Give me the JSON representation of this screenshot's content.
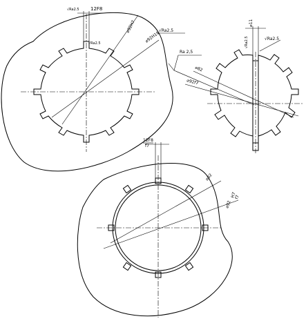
{
  "drawing": {
    "hub_assembly": {
      "tolerance_fit": "12F8",
      "outer_dim": "⌀92H11",
      "inner_dim": "⌀92H7",
      "roughness_top": "√Ra2.5",
      "roughness_right": "√Ra2.5",
      "roughness_mid": "√Ra2.5"
    },
    "shaft": {
      "width_tol": "⌀11",
      "roughness_side": "√Ra2.5",
      "roughness_top": "√Ra2.5",
      "roughness_leader": "Ra 2,5",
      "minor_dim": "⌀82",
      "outer_dim": "⌀92f7"
    },
    "assembly": {
      "fit_num": "12F8",
      "fit_den": "f7",
      "minor_dim": "⌀82",
      "outer_prefix": "⌀92",
      "outer_num": "H7",
      "outer_den": "f7"
    }
  }
}
